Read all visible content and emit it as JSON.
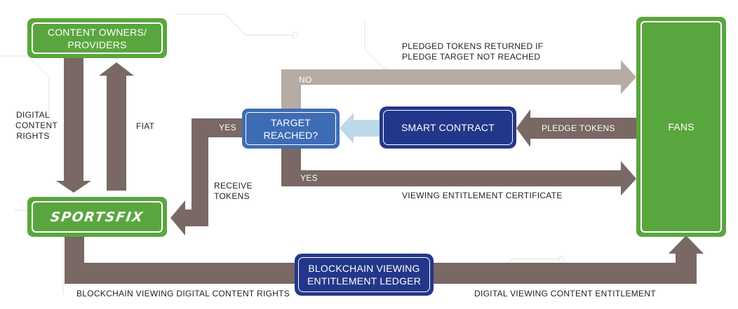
{
  "boxes": {
    "content_owners": "CONTENT OWNERS/\nPROVIDERS",
    "sportsfix": "SPORTSFIX",
    "fans": "FANS",
    "target_reached": "TARGET\nREACHED?",
    "smart_contract": "SMART CONTRACT",
    "ledger": "BLOCKCHAIN VIEWING\nENTITLEMENT LEDGER"
  },
  "labels": {
    "digital_content_rights": "DIGITAL\nCONTENT\nRIGHTS",
    "fiat": "FIAT",
    "pledged_returned": "PLEDGED TOKENS RETURNED IF\nPLEDGE TARGET NOT REACHED",
    "no": "NO",
    "yes_left": "YES",
    "yes_bottom": "YES",
    "pledge_tokens": "PLEDGE TOKENS",
    "receive_tokens": "RECEIVE\nTOKENS",
    "viewing_certificate": "VIEWING ENTITLEMENT CERTIFICATE",
    "blockchain_rights": "BLOCKCHAIN VIEWING DIGITAL CONTENT RIGHTS",
    "digital_viewing_entitlement": "DIGITAL VIEWING CONTENT ENTITLEMENT"
  },
  "colors": {
    "green": "#5aa63e",
    "dark_blue": "#23378a",
    "mid_blue": "#3e6cb4",
    "brown_arrow": "#796864",
    "grey_arrow": "#b6aca4",
    "light_blue_arrow": "#bcd9ea"
  }
}
